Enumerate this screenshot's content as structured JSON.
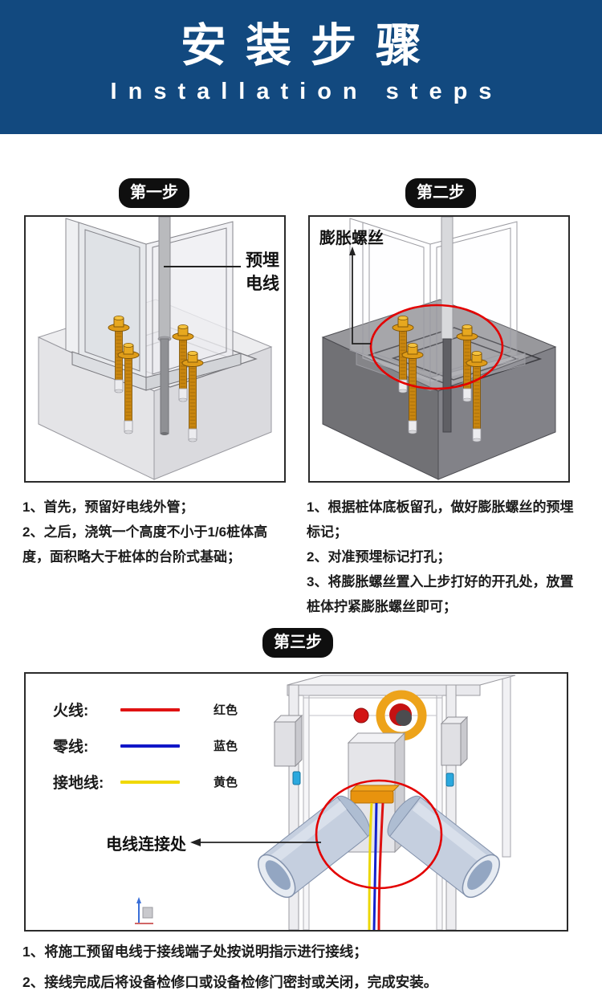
{
  "header": {
    "title": "安装步骤",
    "subtitle": "Installation steps",
    "bg_color": "#12497f"
  },
  "steps": [
    {
      "badge": "第一步",
      "diagram_label": "预埋电线",
      "instructions": [
        "1、首先，预留好电线外管；",
        "2、之后，浇筑一个高度不小于1/6桩体高度，面积略大于桩体的台阶式基础；"
      ]
    },
    {
      "badge": "第二步",
      "diagram_label": "膨胀螺丝",
      "highlight_color": "#e30000",
      "instructions": [
        "1、根据桩体底板留孔，做好膨胀螺丝的预埋标记；",
        "2、对准预埋标记打孔；",
        "3、将膨胀螺丝置入上步打好的开孔处，放置桩体拧紧膨胀螺丝即可；"
      ]
    },
    {
      "badge": "第三步",
      "diagram_label": "电线连接处",
      "highlight_color": "#e30000",
      "legend": [
        {
          "label": "火线:",
          "color_name": "红色",
          "color": "#e01212"
        },
        {
          "label": "零线:",
          "color_name": "蓝色",
          "color": "#1016c8"
        },
        {
          "label": "接地线:",
          "color_name": "黄色",
          "color": "#f0d800"
        }
      ],
      "instructions": [
        "1、将施工预留电线于接线端子处按说明指示进行接线；",
        "2、接线完成后将设备检修口或设备检修门密封或关闭，完成安装。"
      ]
    }
  ]
}
